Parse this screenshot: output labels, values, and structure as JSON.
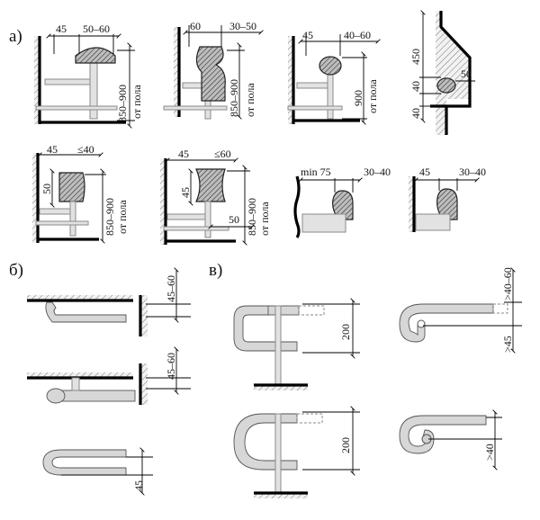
{
  "section_labels": {
    "a": "а)",
    "b": "б)",
    "v": "в)"
  },
  "panel_a": {
    "p1": {
      "top": "45",
      "top2": "50–60",
      "side": "850–900",
      "side2": "от пола"
    },
    "p2": {
      "top": "60",
      "top2": "30–50",
      "side": "850–900",
      "side2": "от пола"
    },
    "p3": {
      "top": "45",
      "top2": "40–60",
      "side": "900",
      "side2": "от пола"
    },
    "p4": {
      "side_top": "450",
      "side_mid": "40",
      "side_bot": "40",
      "right": "50"
    },
    "p5": {
      "top": "45",
      "top2": "≤40",
      "left": "50",
      "side": "850–900",
      "side2": "от пола"
    },
    "p6": {
      "top": "45",
      "top2": "≤60",
      "left": "45",
      "bottom": "50",
      "side": "850–900",
      "side2": "от пола"
    },
    "p7": {
      "top": "min 75",
      "top2": "30–40"
    },
    "p8": {
      "top": "45",
      "top2": "30–40"
    }
  },
  "panel_b": {
    "d1": "45–60",
    "d2": "45–60",
    "d3": "45"
  },
  "panel_v": {
    "d1": "200",
    "d2": ">40–60",
    "d3": ">45",
    "d4": "200",
    "d5": ">40"
  }
}
